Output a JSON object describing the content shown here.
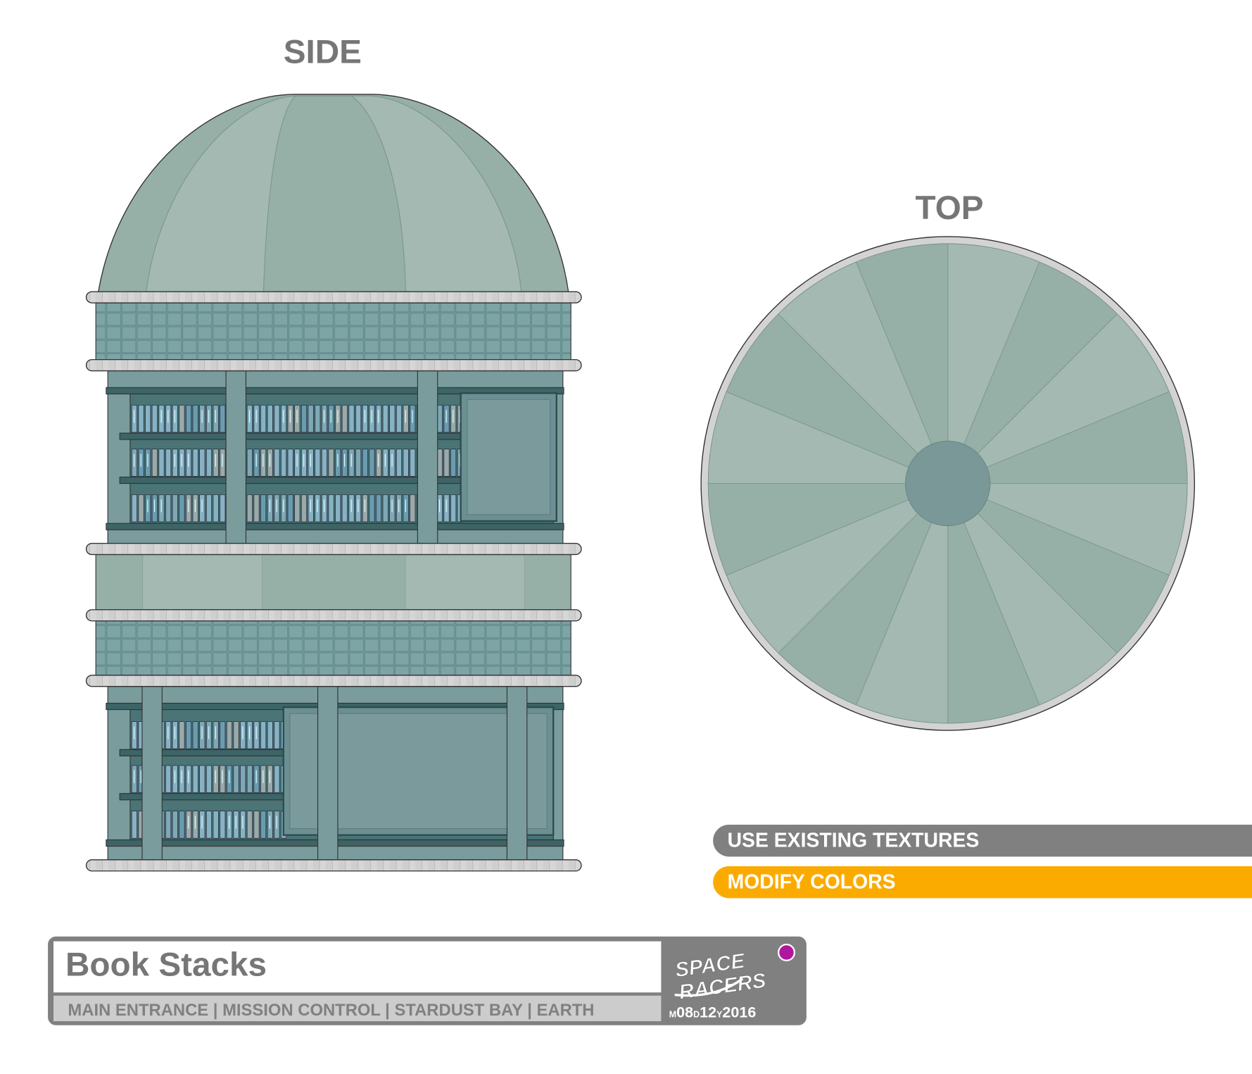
{
  "views": {
    "side_label": "SIDE",
    "top_label": "TOP"
  },
  "options": [
    {
      "label": "USE EXISTING TEXTURES",
      "color": "#808080"
    },
    {
      "label": "MODIFY COLORS",
      "color": "#fbab00"
    }
  ],
  "title_block": {
    "title": "Book Stacks",
    "location": "MAIN ENTRANCE | MISSION CONTROL | STARDUST BAY | EARTH",
    "logo_text": "SPACE RACERS",
    "date": {
      "m_prefix": "M",
      "month": "08",
      "d_prefix": "D",
      "day": "12",
      "y_prefix": "Y",
      "year": "2016"
    },
    "status_color": "#b0179f"
  },
  "colors": {
    "dome_a": "#97b0a7",
    "dome_b": "#a3b9b1",
    "hub": "#7a9897",
    "teal_dark": "#3d6466",
    "teal_light": "#7a9c9c"
  }
}
